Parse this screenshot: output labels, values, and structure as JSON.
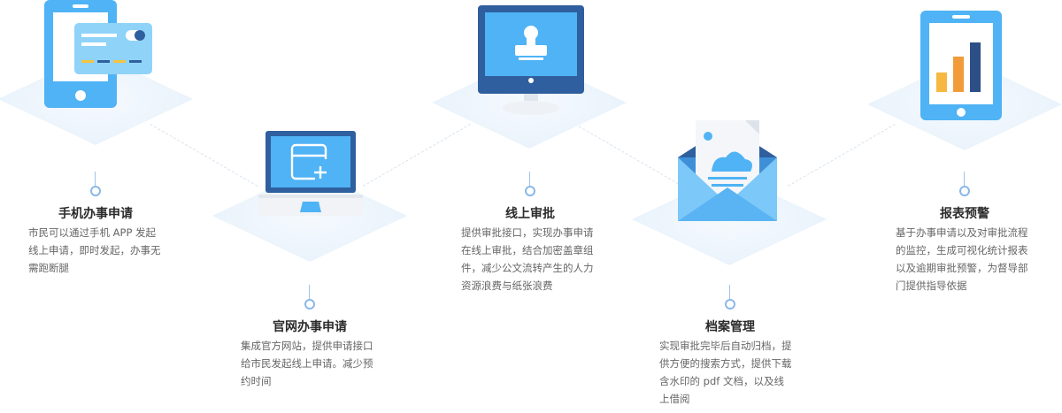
{
  "colors": {
    "device_blue": "#4fb3f5",
    "device_dark": "#2f5f9e",
    "diamond": "#eaf3fc",
    "connector": "#8ab8e8",
    "bar_yellow": "#f6b840",
    "bar_orange": "#f29b3a",
    "bar_navy": "#2b4f86"
  },
  "steps": [
    {
      "title": "手机办事申请",
      "lines": [
        "市民可以通过手机 APP 发起",
        "线上申请，即时发起，办事无",
        "需跑断腿"
      ],
      "icon": "mobile-card-icon"
    },
    {
      "title": "官网办事申请",
      "lines": [
        "集成官方网站，提供申请接口",
        "给市民发起线上申请。减少预",
        "约时间"
      ],
      "icon": "laptop-form-icon"
    },
    {
      "title": "线上审批",
      "lines": [
        "提供审批接口，实现办事申请",
        "在线上审批，结合加密盖章组",
        "件，减少公文流转产生的人力",
        "资源浪费与纸张浪费"
      ],
      "icon": "monitor-stamp-icon"
    },
    {
      "title": "档案管理",
      "lines": [
        "实现审批完毕后自动归档，提",
        "供方便的搜索方式，提供下载",
        "含水印的 pdf 文档，以及线",
        "上借阅"
      ],
      "icon": "envelope-document-icon"
    },
    {
      "title": "报表预警",
      "lines": [
        "基于办事申请以及对审批流程",
        "的监控，生成可视化统计报表",
        "以及逾期审批预警，为督导部",
        "门提供指导依据"
      ],
      "icon": "tablet-bar-chart-icon"
    }
  ]
}
